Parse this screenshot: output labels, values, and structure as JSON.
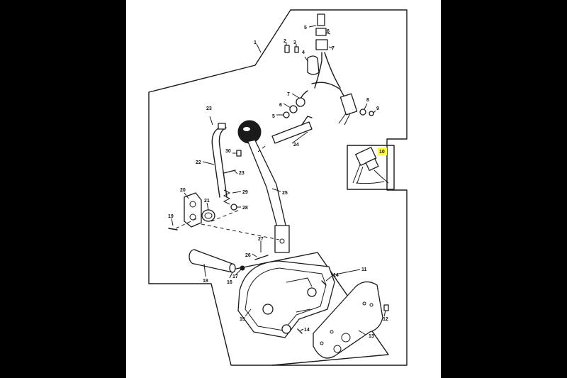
{
  "diagram": {
    "highlight_color": "#ffff33",
    "callouts": [
      {
        "id": "c1",
        "text": "1"
      },
      {
        "id": "c2",
        "text": "2"
      },
      {
        "id": "c3",
        "text": "3"
      },
      {
        "id": "c4",
        "text": "4"
      },
      {
        "id": "c5a",
        "text": "5"
      },
      {
        "id": "c5b",
        "text": "5"
      },
      {
        "id": "c6a",
        "text": "6"
      },
      {
        "id": "c6b",
        "text": "6"
      },
      {
        "id": "c7a",
        "text": "7"
      },
      {
        "id": "c7b",
        "text": "7"
      },
      {
        "id": "c8",
        "text": "8"
      },
      {
        "id": "c9",
        "text": "9"
      },
      {
        "id": "c10",
        "text": "10"
      },
      {
        "id": "c11",
        "text": "11"
      },
      {
        "id": "c12",
        "text": "12"
      },
      {
        "id": "c13",
        "text": "13"
      },
      {
        "id": "c14a",
        "text": "14"
      },
      {
        "id": "c14b",
        "text": "14"
      },
      {
        "id": "c15",
        "text": "15"
      },
      {
        "id": "c16",
        "text": "16"
      },
      {
        "id": "c17",
        "text": "17"
      },
      {
        "id": "c18",
        "text": "18"
      },
      {
        "id": "c19",
        "text": "19"
      },
      {
        "id": "c20",
        "text": "20"
      },
      {
        "id": "c21",
        "text": "21"
      },
      {
        "id": "c22",
        "text": "22"
      },
      {
        "id": "c23a",
        "text": "23"
      },
      {
        "id": "c23b",
        "text": "23"
      },
      {
        "id": "c24",
        "text": "24"
      },
      {
        "id": "c25",
        "text": "25"
      },
      {
        "id": "c26",
        "text": "26"
      },
      {
        "id": "c27",
        "text": "27"
      },
      {
        "id": "c28",
        "text": "28"
      },
      {
        "id": "c29",
        "text": "29"
      },
      {
        "id": "c30",
        "text": "30"
      }
    ]
  }
}
